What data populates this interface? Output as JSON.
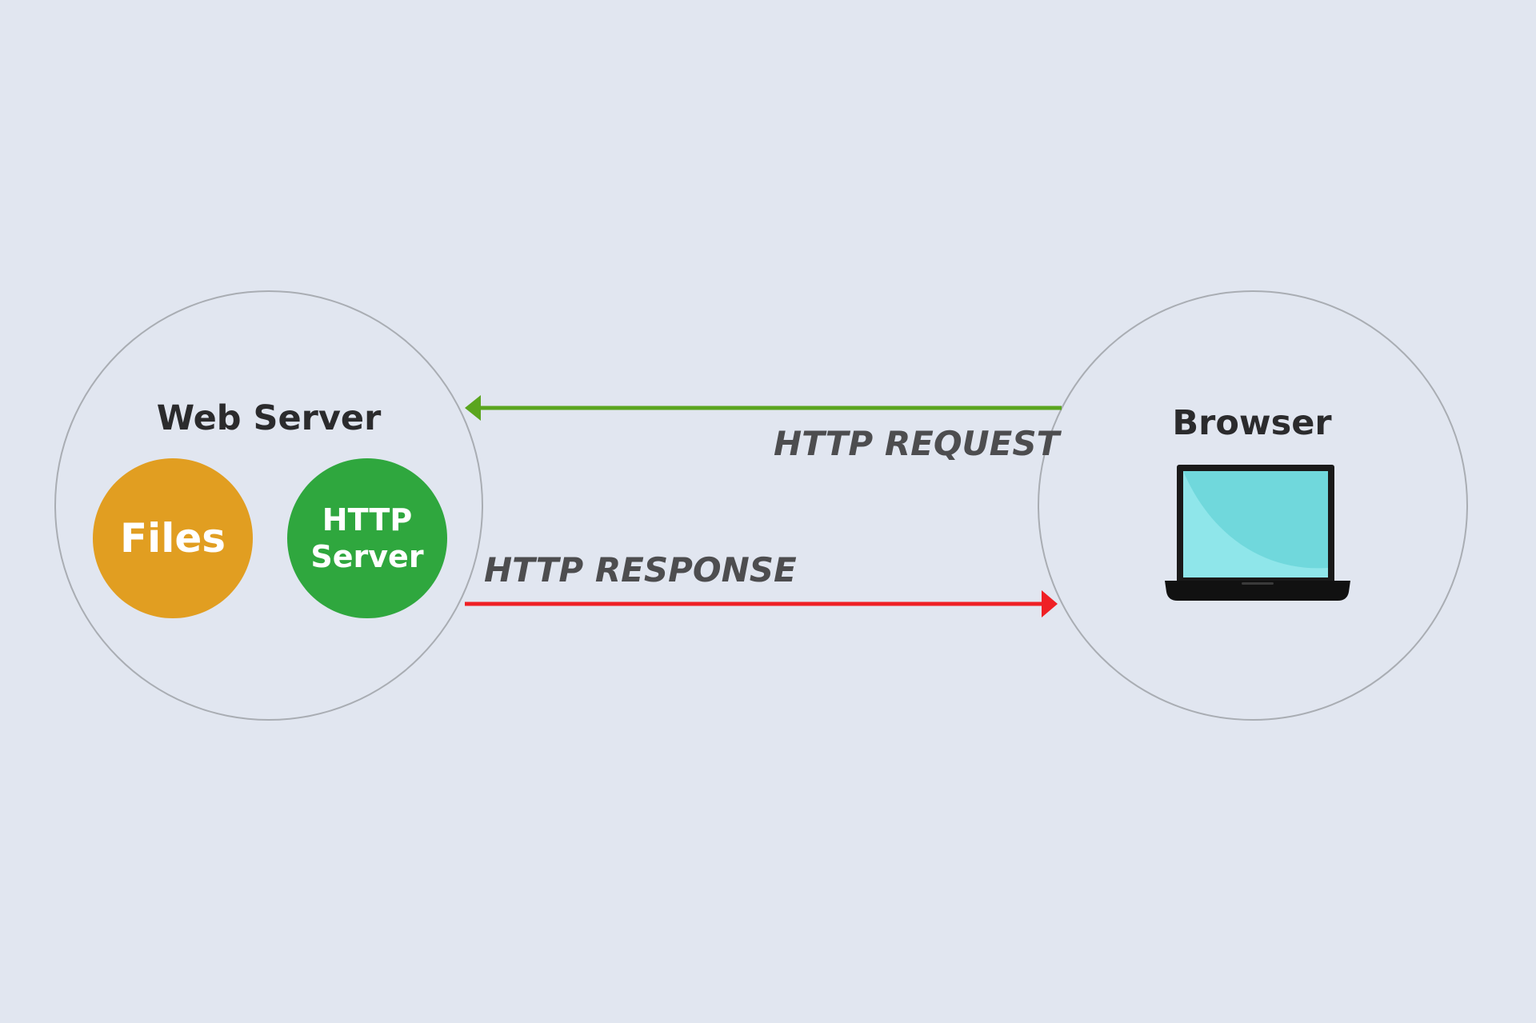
{
  "nodes": {
    "web_server": {
      "title": "Web Server",
      "components": {
        "files": {
          "label": "Files",
          "color": "#e19e21"
        },
        "http_server": {
          "label_line1": "HTTP",
          "label_line2": "Server",
          "color": "#2fa73e"
        }
      }
    },
    "browser": {
      "title": "Browser",
      "icon": "laptop-icon",
      "screen_color": "#70d8dc"
    }
  },
  "edges": {
    "request": {
      "label": "HTTP REQUEST",
      "from": "Browser",
      "to": "Web Server",
      "color": "#5aa51e"
    },
    "response": {
      "label": "HTTP RESPONSE",
      "from": "Web Server",
      "to": "Browser",
      "color": "#ef2025"
    }
  }
}
